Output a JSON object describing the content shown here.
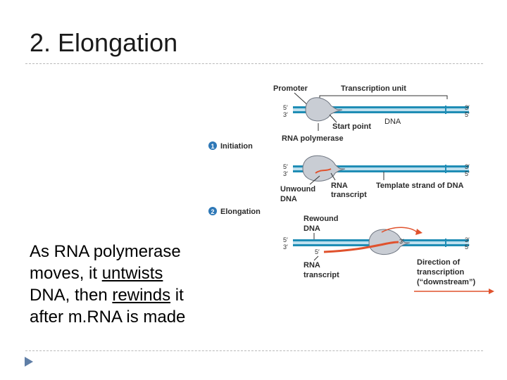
{
  "slide": {
    "title": "2. Elongation",
    "body": {
      "line1": "As RNA polymerase",
      "line2_a": "moves, it ",
      "line2_b": "untwists",
      "line3_a": "DNA, then ",
      "line3_b": "rewinds",
      "line3_c": " it",
      "line4": "after m.RNA is made"
    }
  },
  "diagram": {
    "promoter": "Promoter",
    "transcription_unit": "Transcription unit",
    "dna": "DNA",
    "start_point": "Start point",
    "rna_polymerase": "RNA polymerase",
    "step1_num": "1",
    "step1": "Initiation",
    "step2_num": "2",
    "step2": "Elongation",
    "five_prime": "5′",
    "three_prime": "3′",
    "rna": "RNA",
    "transcript": "transcript",
    "unwound": "Unwound",
    "template_strand": "Template strand of DNA",
    "rewound": "Rewound",
    "direction_1": "Direction of",
    "direction_2": "transcription",
    "direction_3": "(“downstream”)",
    "colors": {
      "dna": "#1f8db5",
      "rna": "#e0522d",
      "step_badge": "#2e78b7",
      "polymerase": "#c9cdd4"
    }
  }
}
